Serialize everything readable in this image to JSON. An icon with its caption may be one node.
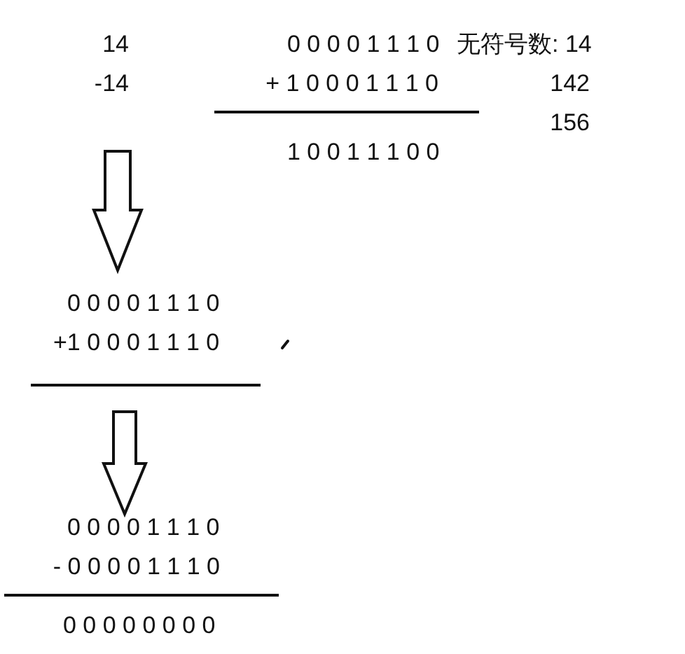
{
  "diagram": {
    "nodes": [
      {
        "text": [
          "14",
          "-14"
        ]
      },
      {
        "text": [
          "0 0 0 0 1 1 1 0",
          "+1 0 0 0 1 1 1 0"
        ]
      },
      {
        "text": [
          "0 0 0 0 1 1 1 0",
          "- 0 0 0 0 1 1 1 0",
          "0 0 0 0 0 0 0 0"
        ]
      }
    ],
    "edges": [
      {
        "from": 0,
        "to": 1,
        "arrow": "to"
      },
      {
        "from": 1,
        "to": 2,
        "arrow": "to"
      }
    ],
    "labels": [
      "0 0 0 0 1 1 1 0",
      "无符号数: 14",
      "+ 1 0 0 0 1 1 1 0",
      "142",
      "156",
      "1 0 0 1 1 1 0 0"
    ]
  }
}
